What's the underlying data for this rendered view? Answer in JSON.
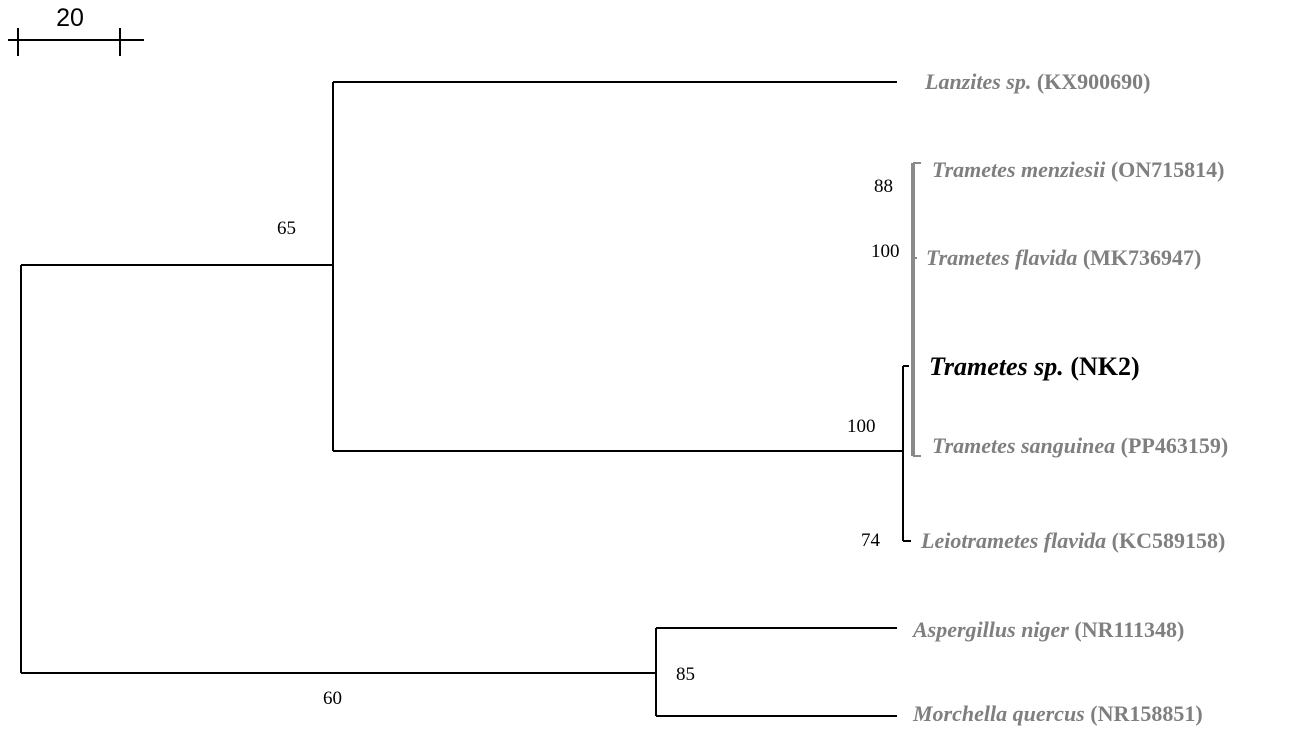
{
  "scale_bar": {
    "label": "20"
  },
  "taxa": [
    {
      "id": "lanzites",
      "name": "Lanzites sp.",
      "accession": "(KX900690)",
      "highlight": false
    },
    {
      "id": "menziesii",
      "name": "Trametes menziesii",
      "accession": "(ON715814)",
      "highlight": false
    },
    {
      "id": "flavida",
      "name": "Trametes flavida",
      "accession": "(MK736947)",
      "highlight": false
    },
    {
      "id": "nk2",
      "name": "Trametes sp.",
      "accession": "(NK2)",
      "highlight": true
    },
    {
      "id": "sanguinea",
      "name": "Trametes sanguinea",
      "accession": "(PP463159)",
      "highlight": false
    },
    {
      "id": "leiotrametes",
      "name": "Leiotrametes flavida",
      "accession": "(KC589158)",
      "highlight": false
    },
    {
      "id": "aspergillus",
      "name": "Aspergillus niger",
      "accession": "(NR111348)",
      "highlight": false
    },
    {
      "id": "morchella",
      "name": "Morchella quercus",
      "accession": "(NR158851)",
      "highlight": false
    }
  ],
  "support_values": [
    {
      "id": "node-65",
      "value": "65"
    },
    {
      "id": "node-60",
      "value": "60"
    },
    {
      "id": "node-88",
      "value": "88"
    },
    {
      "id": "node-100-a",
      "value": "100"
    },
    {
      "id": "node-100-b",
      "value": "100"
    },
    {
      "id": "node-74",
      "value": "74"
    },
    {
      "id": "node-85",
      "value": "85"
    }
  ]
}
